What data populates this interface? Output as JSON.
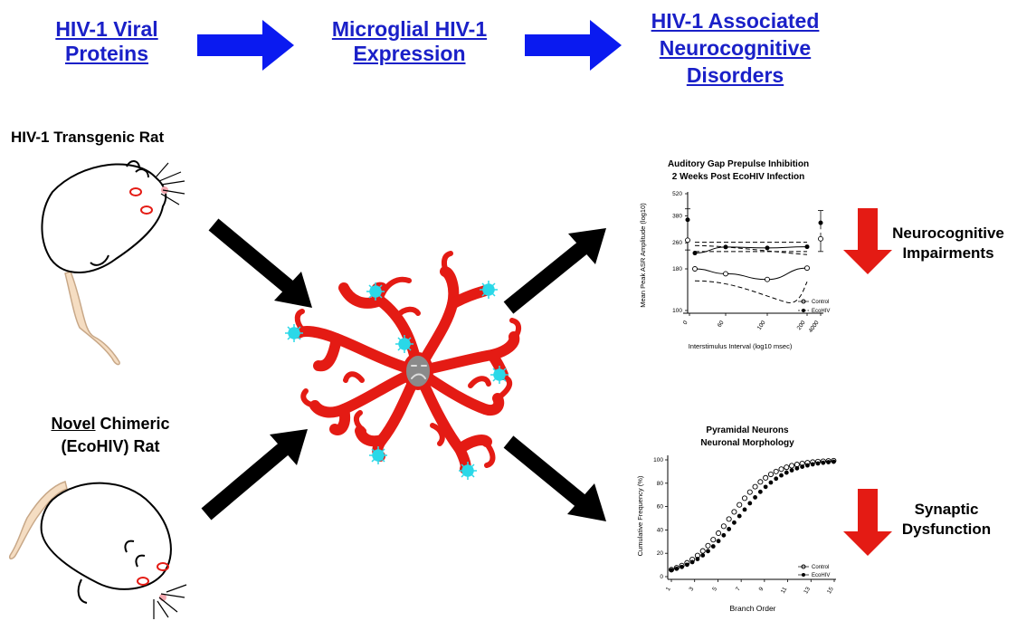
{
  "headers": {
    "viral_proteins": "HIV-1 Viral Proteins",
    "microglial_expression": "Microglial HIV-1 Expression",
    "hand": "HIV-1 Associated Neurocognitive Disorders"
  },
  "models": {
    "transgenic": "HIV-1 Transgenic Rat",
    "chimeric_prefix": "Novel",
    "chimeric_rest": " Chimeric",
    "chimeric_line2": "(EcoHIV) Rat"
  },
  "outcomes": {
    "neuro_line1": "Neurocognitive",
    "neuro_line2": "Impairments",
    "synaptic_line1": "Synaptic",
    "synaptic_line2": "Dysfunction"
  },
  "colors": {
    "header_text": "#1a20c8",
    "blue_arrow": "#0a1af0",
    "red_arrow": "#e41b14",
    "microglia": "#e41b14",
    "cyan_virus": "#2ad8e8",
    "black_arrow": "#000000"
  },
  "chart_data": [
    {
      "type": "line",
      "title": "Auditory Gap Prepulse Inhibition",
      "subtitle": "2 Weeks Post EcoHIV Infection",
      "xlabel": "Interstimulus Interval (log10 msec)",
      "ylabel": "Mean Peak ASR Amplitude (log10)",
      "x_ticks": [
        "0",
        "60",
        "100",
        "200",
        "4000"
      ],
      "y_ticks": [
        "100",
        "180",
        "260",
        "380",
        "520"
      ],
      "x": [
        0,
        60,
        100,
        200,
        4000
      ],
      "series": [
        {
          "name": "Control",
          "marker": "open",
          "values": [
            270,
            180,
            168,
            155,
            182,
            275
          ]
        },
        {
          "name": "EcoHIV",
          "marker": "filled",
          "values": [
            360,
            225,
            245,
            242,
            246,
            345
          ]
        }
      ],
      "legend": "bottom-right"
    },
    {
      "type": "line",
      "title": "Pyramidal Neurons",
      "subtitle": "Neuronal Morphology",
      "xlabel": "Branch Order",
      "ylabel": "Cumulative Frequency (%)",
      "x_ticks": [
        "1",
        "3",
        "5",
        "7",
        "9",
        "11",
        "13",
        "15"
      ],
      "y_ticks": [
        "0",
        "20",
        "40",
        "60",
        "80",
        "100"
      ],
      "series": [
        {
          "name": "Control",
          "marker": "open"
        },
        {
          "name": "EcoHIV",
          "marker": "filled"
        }
      ],
      "legend": "bottom-right"
    }
  ]
}
